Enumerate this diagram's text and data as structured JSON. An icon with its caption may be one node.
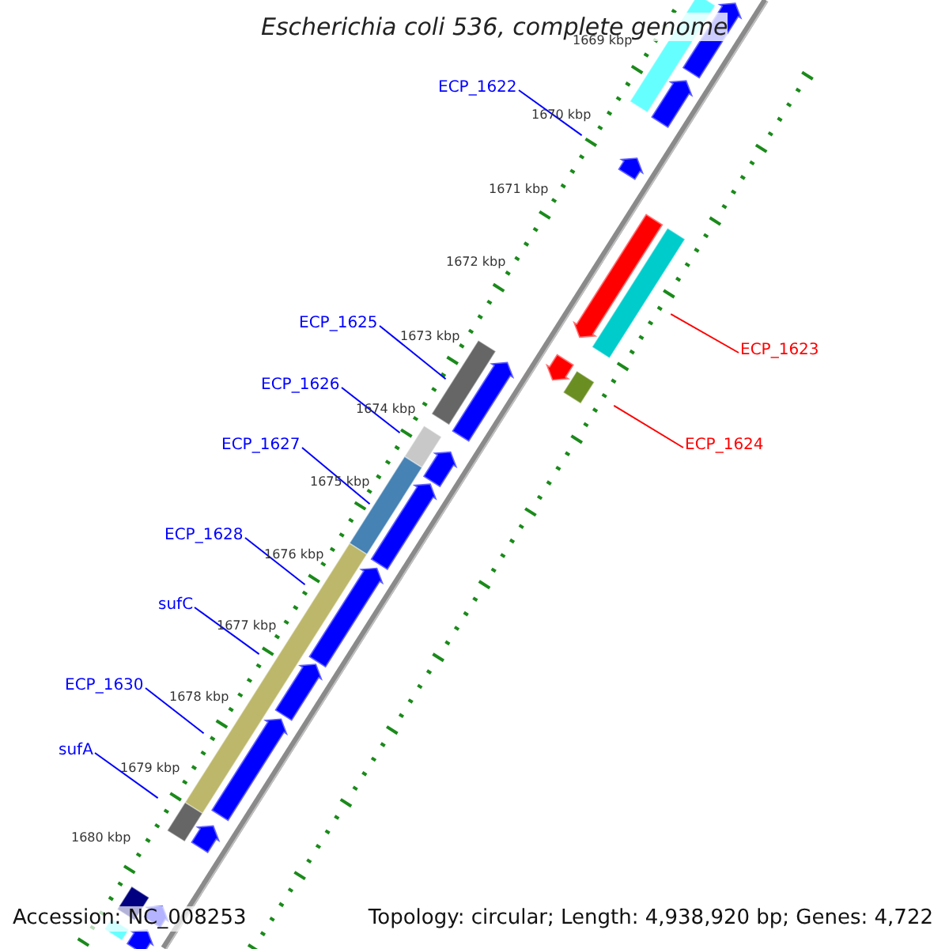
{
  "diagram": {
    "title": "Escherichia coli 536, complete genome",
    "nodes": [
      {
        "text": [
          "ECP_1622"
        ]
      },
      {
        "text": [
          "ECP_1625"
        ]
      },
      {
        "text": [
          "ECP_1623"
        ]
      },
      {
        "text": [
          "ECP_1626"
        ]
      },
      {
        "text": [
          "ECP_1627"
        ]
      },
      {
        "text": [
          "ECP_1624"
        ]
      },
      {
        "text": [
          "ECP_1628"
        ]
      },
      {
        "text": [
          "sufC"
        ]
      },
      {
        "text": [
          "ECP_1630"
        ]
      },
      {
        "text": [
          "sufA"
        ]
      }
    ],
    "edges": [
      {
        "from": 0,
        "to": null,
        "arrow": "none"
      },
      {
        "from": 1,
        "to": null,
        "arrow": "none"
      },
      {
        "from": 2,
        "to": null,
        "arrow": "none",
        "color": "#ff0000"
      },
      {
        "from": 3,
        "to": null,
        "arrow": "none"
      },
      {
        "from": 4,
        "to": null,
        "arrow": "none"
      },
      {
        "from": 5,
        "to": null,
        "arrow": "none",
        "color": "#ff0000"
      },
      {
        "from": 6,
        "to": null,
        "arrow": "none"
      },
      {
        "from": 7,
        "to": null,
        "arrow": "none"
      },
      {
        "from": 8,
        "to": null,
        "arrow": "none"
      },
      {
        "from": 9,
        "to": null,
        "arrow": "none"
      }
    ],
    "labels": [
      "1669 kbp",
      "1670 kbp",
      "1671 kbp",
      "1672 kbp",
      "1673 kbp",
      "1674 kbp",
      "1675 kbp",
      "1676 kbp",
      "1677 kbp",
      "1678 kbp",
      "1679 kbp",
      "1680 kbp",
      "Accession: NC_008253",
      "Topology: circular; Length: 4,938,920 bp; Genes: 4,722"
    ]
  }
}
